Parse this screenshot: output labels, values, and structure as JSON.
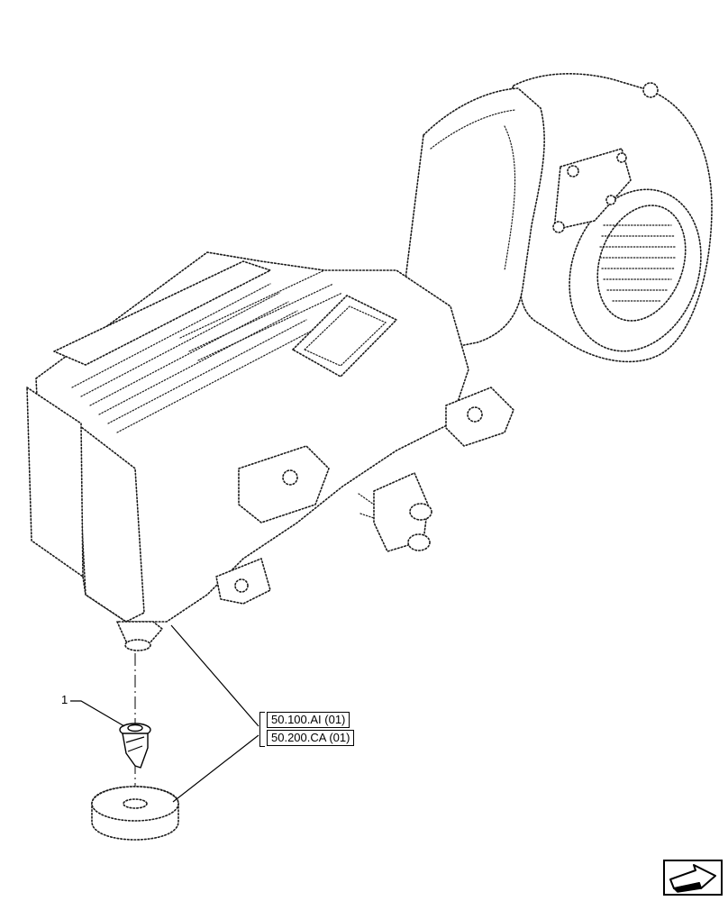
{
  "callouts": [
    {
      "label": "1"
    }
  ],
  "references": [
    {
      "label": "50.100.AI (01)"
    },
    {
      "label": "50.200.CA (01)"
    }
  ],
  "icons": {
    "navigation": "next-page-arrow-icon"
  },
  "colors": {
    "line": "#000000",
    "background": "#ffffff"
  }
}
